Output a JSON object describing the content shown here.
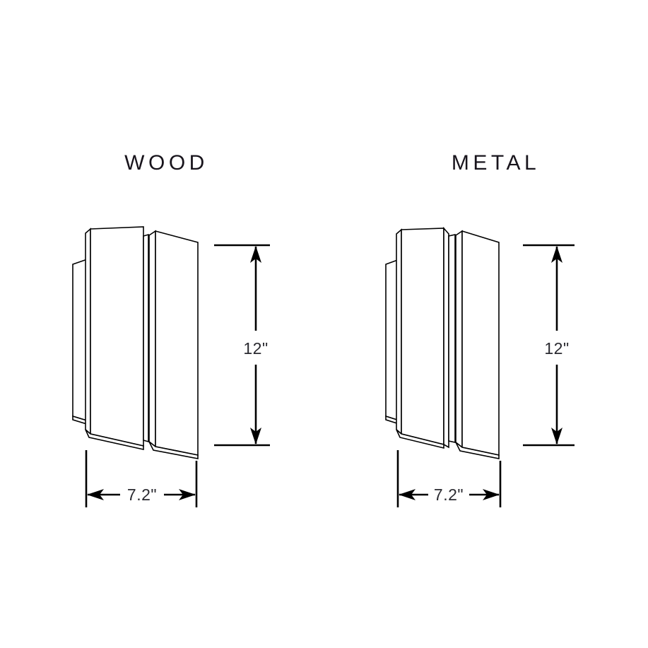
{
  "page": {
    "background_color": "#ffffff",
    "line_color": "#000000",
    "text_color": "#18141c",
    "units": "inches"
  },
  "variants": [
    {
      "id": "wood",
      "title": "WOOD",
      "product": "wall-sconce",
      "dimensions": {
        "height": {
          "label": "12\"",
          "value": 12,
          "unit": "in",
          "orientation": "vertical"
        },
        "width": {
          "label": "7.2\"",
          "value": 7.2,
          "unit": "in",
          "orientation": "horizontal"
        }
      }
    },
    {
      "id": "metal",
      "title": "METAL",
      "product": "wall-sconce",
      "dimensions": {
        "height": {
          "label": "12\"",
          "value": 12,
          "unit": "in",
          "orientation": "vertical"
        },
        "width": {
          "label": "7.2\"",
          "value": 7.2,
          "unit": "in",
          "orientation": "horizontal"
        }
      }
    }
  ]
}
